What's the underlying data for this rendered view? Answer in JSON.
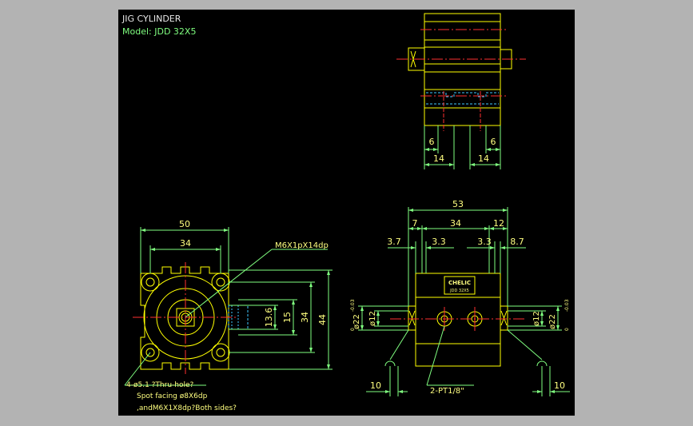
{
  "title": {
    "line1": "JIG CYLINDER",
    "line2": "Model:  JDD  32X5"
  },
  "top_view": {
    "dims": [
      "6",
      "6",
      "14",
      "14"
    ]
  },
  "front_view": {
    "dims": [
      "50",
      "34",
      "13.6",
      "15",
      "34",
      "44"
    ],
    "callout_thread": "M6X1pX14dp",
    "note_line1": "4-ø5.1 ?Thru-hole?",
    "note_line2": "Spot facing  ø8X6dp",
    "note_line3": ",andM6X1X8dp?Both sides?"
  },
  "side_view": {
    "dims": [
      "53",
      "7",
      "34",
      "12",
      "3.7",
      "3.3",
      "3.3",
      "8.7",
      "10",
      "10"
    ],
    "left_dia_outer": "ø22",
    "left_dia_inner": "ø12",
    "right_dia_inner": "ø12",
    "right_dia_outer": "ø22",
    "tol": "-0.03",
    "tol_zero": "0",
    "port_label": "2-PT1/8\"",
    "brand": "CHELIC",
    "plate_line": "JDD 32X5"
  },
  "colors": {
    "background": "#000000",
    "frame": "#b3b3b3",
    "outline": "#ffff00",
    "dimension": "#80ff80",
    "centerline": "#ff3030",
    "hidden": "#40c8ff",
    "text": "#ffff80"
  }
}
